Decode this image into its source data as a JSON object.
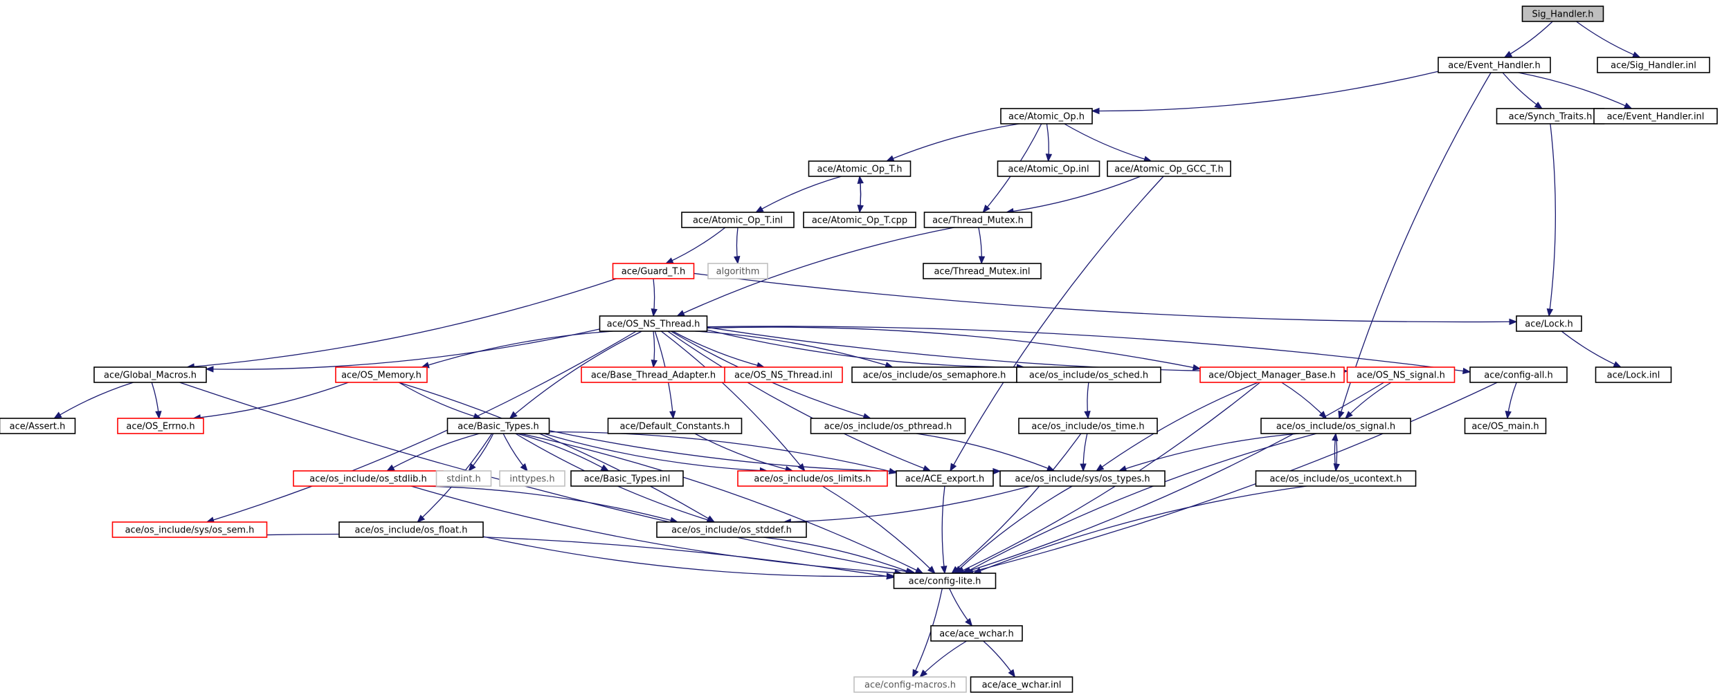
{
  "colors": {
    "edge": "#191970",
    "root_fill": "#bfbfbf",
    "normal_border": "#000000",
    "undocumented_border": "#ff0000",
    "system_border": "#bfbfbf",
    "background": "#ffffff"
  },
  "nodes": [
    {
      "id": "sig_handler_h",
      "label": "Sig_Handler.h",
      "kind": "root"
    },
    {
      "id": "event_handler_h",
      "label": "ace/Event_Handler.h",
      "kind": "normal"
    },
    {
      "id": "sig_handler_inl",
      "label": "ace/Sig_Handler.inl",
      "kind": "normal"
    },
    {
      "id": "atomic_op_h",
      "label": "ace/Atomic_Op.h",
      "kind": "normal"
    },
    {
      "id": "synch_traits_h",
      "label": "ace/Synch_Traits.h",
      "kind": "normal"
    },
    {
      "id": "event_handler_inl",
      "label": "ace/Event_Handler.inl",
      "kind": "normal"
    },
    {
      "id": "atomic_op_t_h",
      "label": "ace/Atomic_Op_T.h",
      "kind": "normal"
    },
    {
      "id": "atomic_op_inl",
      "label": "ace/Atomic_Op.inl",
      "kind": "normal"
    },
    {
      "id": "atomic_op_gcc_t_h",
      "label": "ace/Atomic_Op_GCC_T.h",
      "kind": "normal"
    },
    {
      "id": "atomic_op_t_inl",
      "label": "ace/Atomic_Op_T.inl",
      "kind": "normal"
    },
    {
      "id": "atomic_op_t_cpp",
      "label": "ace/Atomic_Op_T.cpp",
      "kind": "normal"
    },
    {
      "id": "thread_mutex_h",
      "label": "ace/Thread_Mutex.h",
      "kind": "normal"
    },
    {
      "id": "guard_t_h",
      "label": "ace/Guard_T.h",
      "kind": "undocumented"
    },
    {
      "id": "algorithm",
      "label": "algorithm",
      "kind": "system"
    },
    {
      "id": "thread_mutex_inl",
      "label": "ace/Thread_Mutex.inl",
      "kind": "normal"
    },
    {
      "id": "os_ns_thread_h",
      "label": "ace/OS_NS_Thread.h",
      "kind": "normal"
    },
    {
      "id": "lock_h",
      "label": "ace/Lock.h",
      "kind": "normal"
    },
    {
      "id": "global_macros_h",
      "label": "ace/Global_Macros.h",
      "kind": "normal"
    },
    {
      "id": "os_memory_h",
      "label": "ace/OS_Memory.h",
      "kind": "undocumented"
    },
    {
      "id": "base_thread_adapter_h",
      "label": "ace/Base_Thread_Adapter.h",
      "kind": "undocumented"
    },
    {
      "id": "os_ns_thread_inl",
      "label": "ace/OS_NS_Thread.inl",
      "kind": "undocumented"
    },
    {
      "id": "os_semaphore_h",
      "label": "ace/os_include/os_semaphore.h",
      "kind": "normal"
    },
    {
      "id": "os_sched_h",
      "label": "ace/os_include/os_sched.h",
      "kind": "normal"
    },
    {
      "id": "object_manager_base_h",
      "label": "ace/Object_Manager_Base.h",
      "kind": "undocumented"
    },
    {
      "id": "os_ns_signal_h",
      "label": "ace/OS_NS_signal.h",
      "kind": "undocumented"
    },
    {
      "id": "config_all_h",
      "label": "ace/config-all.h",
      "kind": "normal"
    },
    {
      "id": "lock_inl",
      "label": "ace/Lock.inl",
      "kind": "normal"
    },
    {
      "id": "assert_h",
      "label": "ace/Assert.h",
      "kind": "normal"
    },
    {
      "id": "os_errno_h",
      "label": "ace/OS_Errno.h",
      "kind": "undocumented"
    },
    {
      "id": "basic_types_h",
      "label": "ace/Basic_Types.h",
      "kind": "normal"
    },
    {
      "id": "default_constants_h",
      "label": "ace/Default_Constants.h",
      "kind": "normal"
    },
    {
      "id": "os_pthread_h",
      "label": "ace/os_include/os_pthread.h",
      "kind": "normal"
    },
    {
      "id": "os_time_h",
      "label": "ace/os_include/os_time.h",
      "kind": "normal"
    },
    {
      "id": "os_signal_h",
      "label": "ace/os_include/os_signal.h",
      "kind": "normal"
    },
    {
      "id": "os_main_h",
      "label": "ace/OS_main.h",
      "kind": "normal"
    },
    {
      "id": "os_stdlib_h",
      "label": "ace/os_include/os_stdlib.h",
      "kind": "undocumented"
    },
    {
      "id": "stdint_h",
      "label": "stdint.h",
      "kind": "system"
    },
    {
      "id": "inttypes_h",
      "label": "inttypes.h",
      "kind": "system"
    },
    {
      "id": "basic_types_inl",
      "label": "ace/Basic_Types.inl",
      "kind": "normal"
    },
    {
      "id": "os_limits_h",
      "label": "ace/os_include/os_limits.h",
      "kind": "undocumented"
    },
    {
      "id": "ace_export_h",
      "label": "ace/ACE_export.h",
      "kind": "normal"
    },
    {
      "id": "sys_os_types_h",
      "label": "ace/os_include/sys/os_types.h",
      "kind": "normal"
    },
    {
      "id": "os_ucontext_h",
      "label": "ace/os_include/os_ucontext.h",
      "kind": "normal"
    },
    {
      "id": "sys_os_sem_h",
      "label": "ace/os_include/sys/os_sem.h",
      "kind": "undocumented"
    },
    {
      "id": "os_float_h",
      "label": "ace/os_include/os_float.h",
      "kind": "normal"
    },
    {
      "id": "os_stddef_h",
      "label": "ace/os_include/os_stddef.h",
      "kind": "normal"
    },
    {
      "id": "config_lite_h",
      "label": "ace/config-lite.h",
      "kind": "normal"
    },
    {
      "id": "ace_wchar_h",
      "label": "ace/ace_wchar.h",
      "kind": "normal"
    },
    {
      "id": "config_macros_h",
      "label": "ace/config-macros.h",
      "kind": "system"
    },
    {
      "id": "ace_wchar_inl",
      "label": "ace/ace_wchar.inl",
      "kind": "normal"
    }
  ],
  "edges": [
    [
      "sig_handler_h",
      "event_handler_h"
    ],
    [
      "sig_handler_h",
      "sig_handler_inl"
    ],
    [
      "event_handler_h",
      "atomic_op_h"
    ],
    [
      "event_handler_h",
      "synch_traits_h"
    ],
    [
      "event_handler_h",
      "event_handler_inl"
    ],
    [
      "event_handler_h",
      "os_signal_h"
    ],
    [
      "synch_traits_h",
      "lock_h"
    ],
    [
      "atomic_op_h",
      "atomic_op_t_h"
    ],
    [
      "atomic_op_h",
      "atomic_op_inl"
    ],
    [
      "atomic_op_h",
      "atomic_op_gcc_t_h"
    ],
    [
      "atomic_op_h",
      "thread_mutex_h"
    ],
    [
      "atomic_op_t_h",
      "atomic_op_t_inl"
    ],
    [
      "atomic_op_t_h",
      "atomic_op_t_cpp"
    ],
    [
      "atomic_op_t_cpp",
      "atomic_op_t_h"
    ],
    [
      "atomic_op_gcc_t_h",
      "thread_mutex_h"
    ],
    [
      "atomic_op_gcc_t_h",
      "ace_export_h"
    ],
    [
      "atomic_op_t_inl",
      "guard_t_h"
    ],
    [
      "atomic_op_t_inl",
      "algorithm"
    ],
    [
      "thread_mutex_h",
      "thread_mutex_inl"
    ],
    [
      "thread_mutex_h",
      "os_ns_thread_h"
    ],
    [
      "guard_t_h",
      "os_ns_thread_h"
    ],
    [
      "guard_t_h",
      "lock_h"
    ],
    [
      "guard_t_h",
      "global_macros_h"
    ],
    [
      "lock_h",
      "lock_inl"
    ],
    [
      "os_ns_thread_h",
      "global_macros_h"
    ],
    [
      "os_ns_thread_h",
      "os_memory_h"
    ],
    [
      "os_ns_thread_h",
      "base_thread_adapter_h"
    ],
    [
      "os_ns_thread_h",
      "os_ns_thread_inl"
    ],
    [
      "os_ns_thread_h",
      "os_semaphore_h"
    ],
    [
      "os_ns_thread_h",
      "os_sched_h"
    ],
    [
      "os_ns_thread_h",
      "object_manager_base_h"
    ],
    [
      "os_ns_thread_h",
      "os_ns_signal_h"
    ],
    [
      "os_ns_thread_h",
      "config_all_h"
    ],
    [
      "os_ns_thread_h",
      "basic_types_h"
    ],
    [
      "os_ns_thread_h",
      "default_constants_h"
    ],
    [
      "os_ns_thread_h",
      "os_pthread_h"
    ],
    [
      "os_ns_thread_h",
      "sys_os_sem_h"
    ],
    [
      "os_ns_thread_h",
      "ace_export_h"
    ],
    [
      "os_ns_thread_h",
      "os_limits_h"
    ],
    [
      "global_macros_h",
      "assert_h"
    ],
    [
      "global_macros_h",
      "os_errno_h"
    ],
    [
      "global_macros_h",
      "config_lite_h"
    ],
    [
      "os_memory_h",
      "os_errno_h"
    ],
    [
      "os_memory_h",
      "basic_types_h"
    ],
    [
      "os_memory_h",
      "os_stddef_h"
    ],
    [
      "os_sched_h",
      "os_time_h"
    ],
    [
      "object_manager_base_h",
      "os_signal_h"
    ],
    [
      "object_manager_base_h",
      "sys_os_types_h"
    ],
    [
      "object_manager_base_h",
      "config_lite_h"
    ],
    [
      "os_ns_signal_h",
      "os_signal_h"
    ],
    [
      "os_ns_signal_h",
      "config_lite_h"
    ],
    [
      "config_all_h",
      "os_main_h"
    ],
    [
      "config_all_h",
      "config_lite_h"
    ],
    [
      "basic_types_h",
      "os_stdlib_h"
    ],
    [
      "basic_types_h",
      "stdint_h"
    ],
    [
      "basic_types_h",
      "inttypes_h"
    ],
    [
      "basic_types_h",
      "basic_types_inl"
    ],
    [
      "basic_types_h",
      "os_limits_h"
    ],
    [
      "basic_types_h",
      "ace_export_h"
    ],
    [
      "basic_types_h",
      "sys_os_types_h"
    ],
    [
      "basic_types_h",
      "os_float_h"
    ],
    [
      "basic_types_h",
      "os_stddef_h"
    ],
    [
      "basic_types_h",
      "config_lite_h"
    ],
    [
      "default_constants_h",
      "os_limits_h"
    ],
    [
      "os_pthread_h",
      "sys_os_types_h"
    ],
    [
      "os_time_h",
      "sys_os_types_h"
    ],
    [
      "os_time_h",
      "config_lite_h"
    ],
    [
      "os_signal_h",
      "sys_os_types_h"
    ],
    [
      "os_signal_h",
      "os_ucontext_h"
    ],
    [
      "os_signal_h",
      "config_lite_h"
    ],
    [
      "os_ucontext_h",
      "os_signal_h"
    ],
    [
      "os_ucontext_h",
      "config_lite_h"
    ],
    [
      "os_stdlib_h",
      "os_stddef_h"
    ],
    [
      "os_stdlib_h",
      "config_lite_h"
    ],
    [
      "os_limits_h",
      "config_lite_h"
    ],
    [
      "ace_export_h",
      "config_lite_h"
    ],
    [
      "sys_os_types_h",
      "os_stddef_h"
    ],
    [
      "sys_os_types_h",
      "config_lite_h"
    ],
    [
      "sys_os_sem_h",
      "config_lite_h"
    ],
    [
      "os_float_h",
      "config_lite_h"
    ],
    [
      "os_stddef_h",
      "config_lite_h"
    ],
    [
      "config_lite_h",
      "ace_wchar_h"
    ],
    [
      "config_lite_h",
      "config_macros_h"
    ],
    [
      "ace_wchar_h",
      "config_macros_h"
    ],
    [
      "ace_wchar_h",
      "ace_wchar_inl"
    ]
  ]
}
